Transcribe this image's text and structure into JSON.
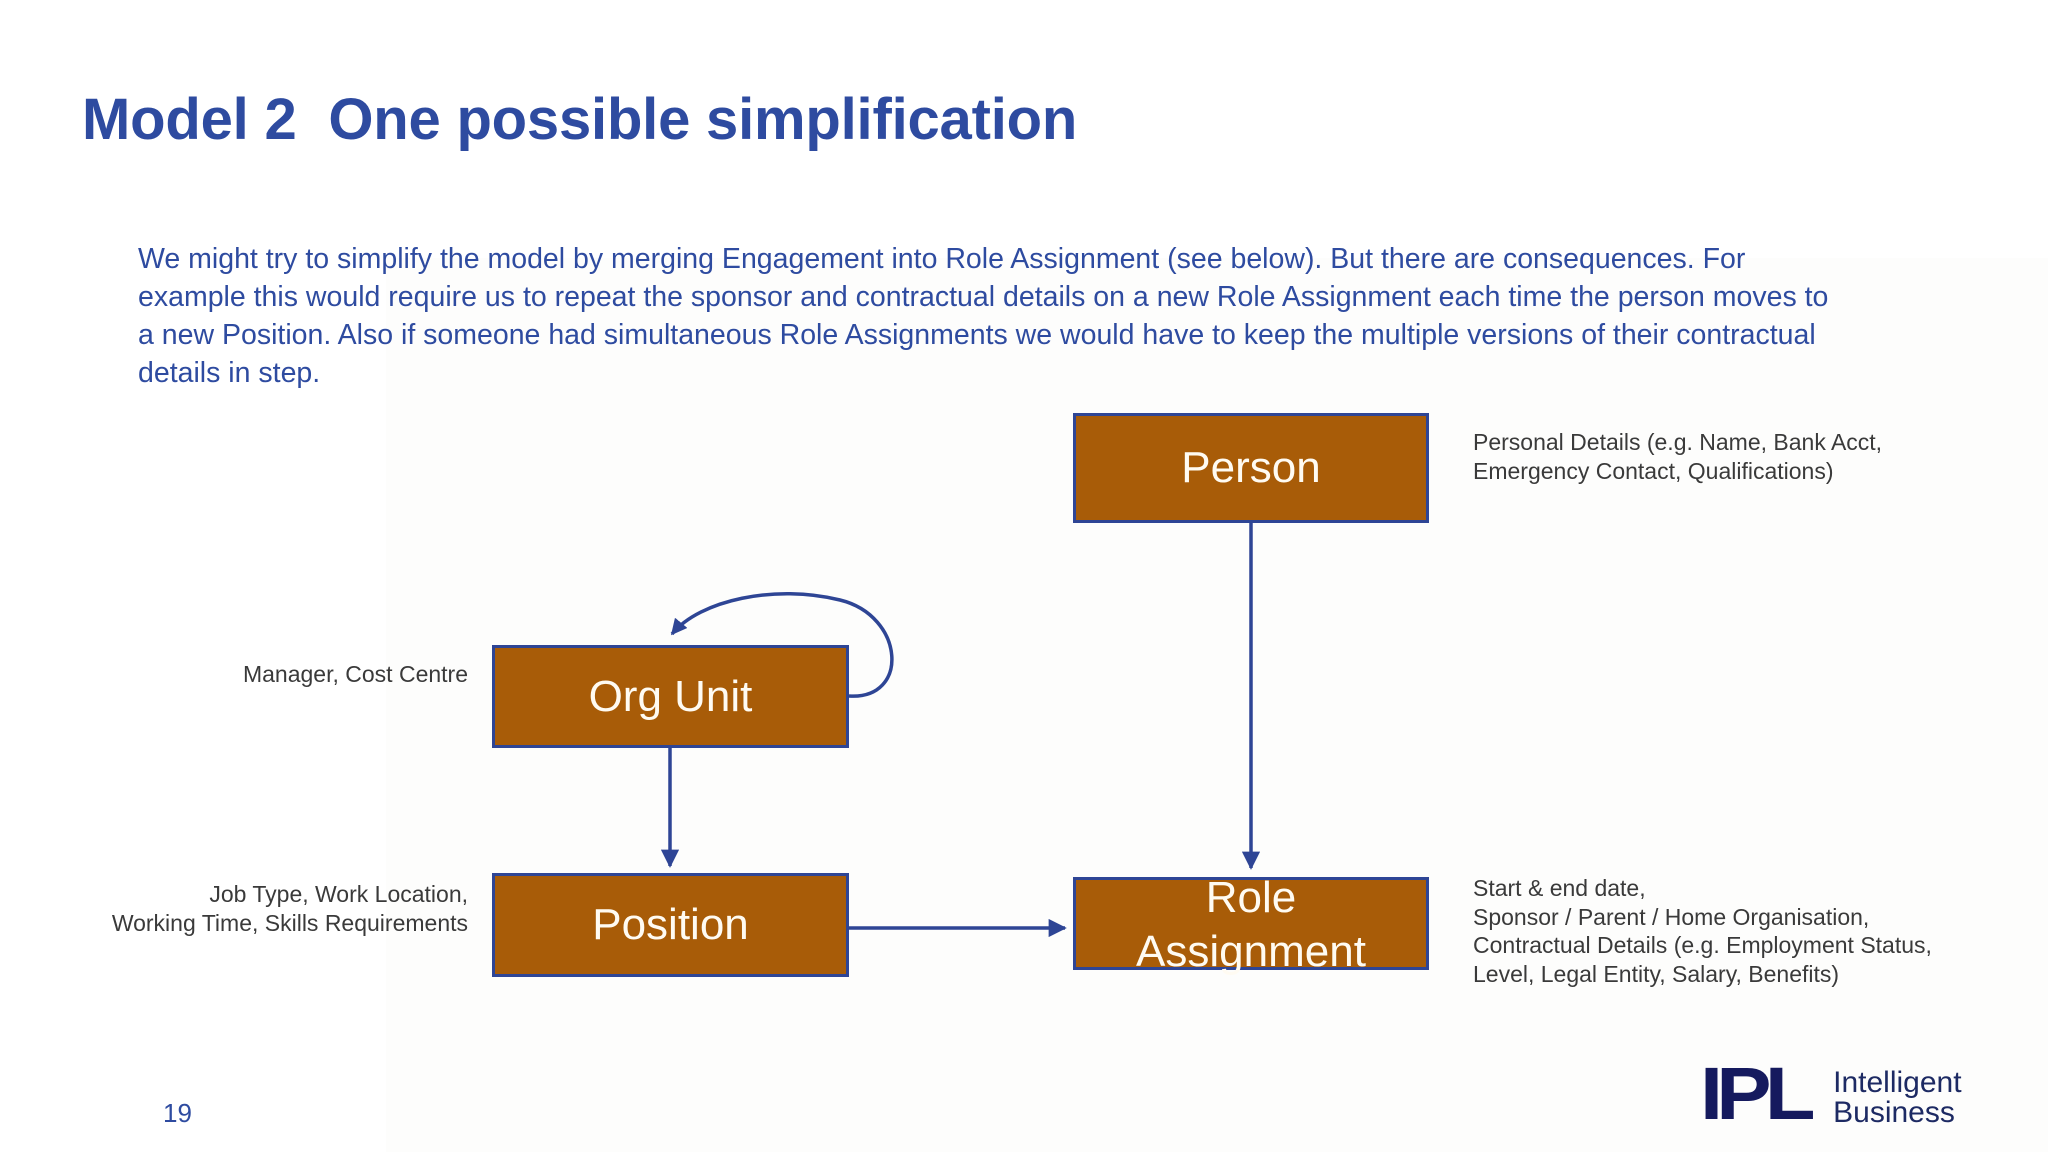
{
  "slide": {
    "title": "Model 2  One possible simplification",
    "page_number": "19",
    "body_text": "We might try to simplify the model by merging Engagement into Role Assignment (see below). But there are consequences. For example this would require us to repeat the sponsor and contractual details on a new Role Assignment each time the person moves to a new Position.  Also if someone had simultaneous Role Assignments we would have to keep the multiple versions of their contractual details in step."
  },
  "colors": {
    "title_blue": "#2e4ba0",
    "body_blue": "#2e4ba0",
    "box_fill": "#a85c08",
    "box_border": "#2e4595",
    "box_text": "#fffbf2",
    "note_grey": "#3a3a3a",
    "connector_blue": "#2e4595",
    "logo_navy": "#151a5e"
  },
  "diagram": {
    "type": "entity-relationship",
    "entities": [
      {
        "id": "person",
        "label": "Person"
      },
      {
        "id": "org_unit",
        "label": "Org Unit"
      },
      {
        "id": "position",
        "label": "Position"
      },
      {
        "id": "role_assignment",
        "label": "Role\nAssignment"
      }
    ],
    "annotations": [
      {
        "id": "note-person",
        "for": "person",
        "side": "right",
        "text": "Personal Details (e.g. Name, Bank Acct,\nEmergency Contact, Qualifications)"
      },
      {
        "id": "note-org-unit",
        "for": "org_unit",
        "side": "left",
        "text": "Manager, Cost Centre"
      },
      {
        "id": "note-position",
        "for": "position",
        "side": "left",
        "text": "Job Type, Work Location,\nWorking Time, Skills Requirements"
      },
      {
        "id": "note-role",
        "for": "role_assignment",
        "side": "right",
        "text": "Start & end date,\nSponsor / Parent / Home Organisation,\nContractual Details (e.g. Employment Status,\nLevel, Legal Entity, Salary, Benefits)"
      }
    ],
    "connectors": [
      {
        "id": "person-to-role",
        "from": "person",
        "to": "role_assignment",
        "style": "vertical-arrow"
      },
      {
        "id": "org-unit-to-position",
        "from": "org_unit",
        "to": "position",
        "style": "vertical-arrow"
      },
      {
        "id": "position-to-role",
        "from": "position",
        "to": "role_assignment",
        "style": "horizontal-arrow"
      },
      {
        "id": "org-unit-self-loop",
        "from": "org_unit",
        "to": "org_unit",
        "style": "self-loop-arrow"
      }
    ]
  },
  "logo": {
    "mark": "IPL",
    "tagline": "Intelligent Business"
  }
}
